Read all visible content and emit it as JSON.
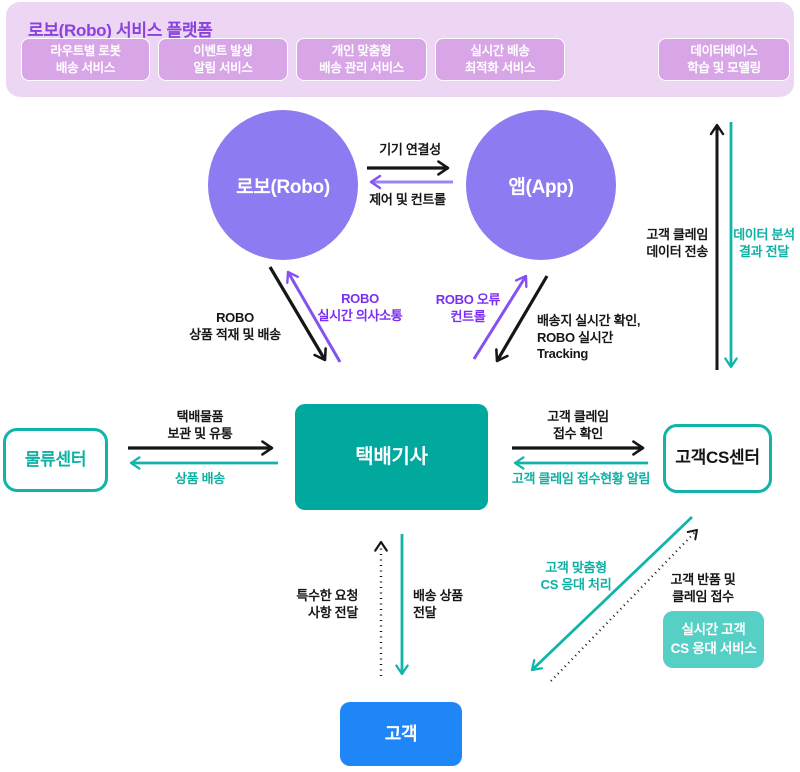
{
  "colors": {
    "banner_bg": "#ecd6f3",
    "banner_box": "#d8a6e7",
    "banner_title": "#8a42dd",
    "circle_purple": "#8c7bf1",
    "arrow_purple": "#8552f2",
    "teal": "#10b4a8",
    "teal_box": "#00a89d",
    "light_teal_box": "#56cfc5",
    "customer_blue": "#1e86f6",
    "black": "#161616"
  },
  "platform": {
    "title": "로보(Robo) 서비스 플랫폼",
    "services": [
      {
        "label": "라우트별 로봇\n배송 서비스"
      },
      {
        "label": "이벤트 발생\n알림 서비스"
      },
      {
        "label": "개인 맞춤형\n배송 관리 서비스"
      },
      {
        "label": "실시간 배송\n최적화 서비스"
      },
      {
        "label": "데이터베이스\n학습 및 모델링"
      }
    ]
  },
  "nodes": {
    "robo": "로보(Robo)",
    "app": "앱(App)",
    "logistics": "물류센터",
    "courier": "택배기사",
    "cs_center": "고객CS센터",
    "customer": "고객",
    "realtime_cs": "실시간 고객\nCS 응대 서비스"
  },
  "edges": {
    "device_connectivity": "기기 연결성",
    "control": "제어 및 컨트롤",
    "robo_loading": "ROBO\n상품 적재 및 배송",
    "robo_comm": "ROBO\n실시간 의사소통",
    "robo_error": "ROBO 오류\n컨트롤",
    "tracking": "배송지 실시간 확인,\nROBO 실시간\nTracking",
    "claim_data": "고객 클레임\n데이터 전송",
    "analysis_result": "데이터 분석\n결과 전달",
    "storage": "택배물품\n보관 및 유통",
    "product_delivery": "상품 배송",
    "claim_check": "고객 클레임\n접수 확인",
    "claim_status": "고객 클레임 접수현황 알림",
    "special_request": "특수한 요청\n사항 전달",
    "deliver_goods": "배송 상품\n전달",
    "custom_cs": "고객 맞춤형\nCS 응대 처리",
    "returns_claims": "고객 반품 및\n클레임 접수"
  }
}
